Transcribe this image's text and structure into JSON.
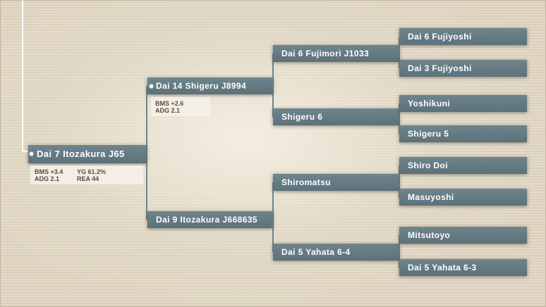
{
  "root": {
    "name": "Dai 7 Itozakura J65",
    "stats": {
      "bms": "BMS +3.4",
      "yg": "YG 61.2%",
      "adg": "ADG 2.1",
      "rea": "REA 44"
    }
  },
  "sire": {
    "name": "Dai 14 Shigeru J8994",
    "stats": {
      "bms": "BMS +2.6",
      "adg": "ADG 2.1"
    }
  },
  "dam": {
    "name": "Dai 9 Itozakura J668635"
  },
  "sire_sire": {
    "name": "Dai 6 Fujimori J1033"
  },
  "sire_dam": {
    "name": "Shigeru 6"
  },
  "dam_sire": {
    "name": "Shiromatsu"
  },
  "dam_dam": {
    "name": "Dai 5 Yahata 6-4"
  },
  "ss_sire": {
    "name": "Dai 6 Fujiyoshi"
  },
  "ss_dam": {
    "name": "Dai 3 Fujiyoshi"
  },
  "sd_sire": {
    "name": "Yoshikuni"
  },
  "sd_dam": {
    "name": "Shigeru 5"
  },
  "ds_sire": {
    "name": "Shiro Doi"
  },
  "ds_dam": {
    "name": "Masuyoshi"
  },
  "dd_sire": {
    "name": "Mitsutoyo"
  },
  "dd_dam": {
    "name": "Dai 5 Yahata 6-3"
  },
  "colors": {
    "box": "#657a82",
    "line": "#6f848c",
    "stats_text": "#5a4a3c"
  }
}
